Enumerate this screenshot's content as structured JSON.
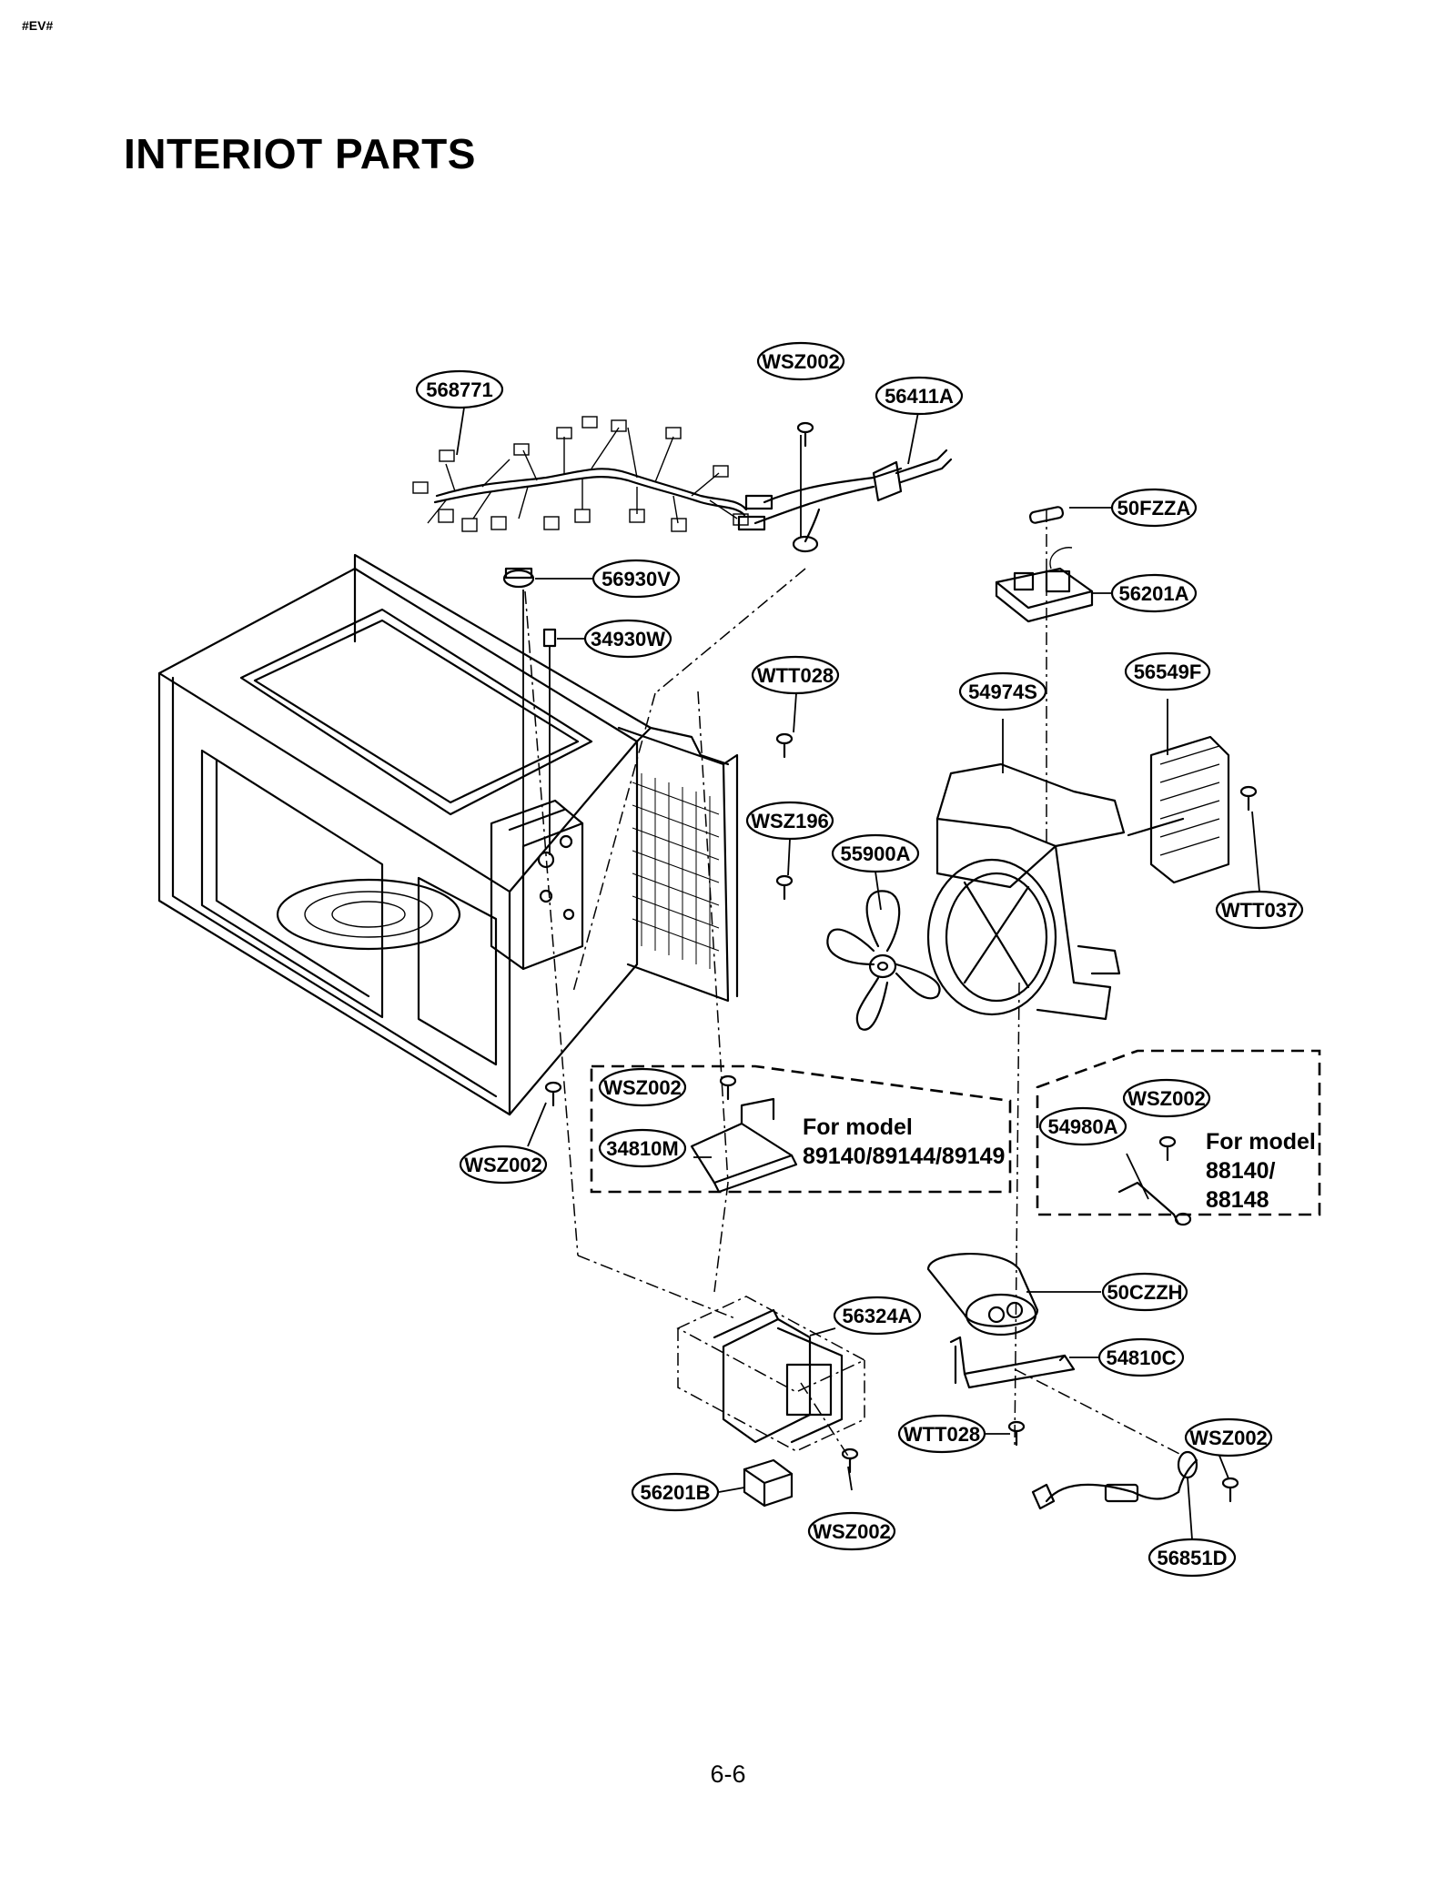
{
  "header": {
    "doc_tag": "#EV#",
    "title": "INTERIOT PARTS"
  },
  "footer": {
    "page_number": "6-6"
  },
  "parts": {
    "p568771": "568771",
    "wsz002_top": "WSZ002",
    "p56411A": "56411A",
    "p50FZZA": "50FZZA",
    "p56930V": "56930V",
    "p56201A": "56201A",
    "p34930W": "34930W",
    "wtt028_upper": "WTT028",
    "p54974S": "54974S",
    "p56549F": "56549F",
    "wsz196": "WSZ196",
    "p55900A": "55900A",
    "wtt037": "WTT037",
    "wsz002_box1": "WSZ002",
    "p34810M": "34810M",
    "wsz002_left": "WSZ002",
    "wsz002_box2": "WSZ002",
    "p54980A": "54980A",
    "p50CZZH": "50CZZH",
    "p56324A": "56324A",
    "p54810C": "54810C",
    "wtt028_lower": "WTT028",
    "wsz002_right": "WSZ002",
    "p56201B": "56201B",
    "wsz002_bottom": "WSZ002",
    "p56851D": "56851D"
  },
  "notes": {
    "model_box_left": {
      "line1": "For model",
      "line2": "89140/89144/89149"
    },
    "model_box_right": {
      "line1": "For model",
      "line2": "88140/",
      "line3": "88148"
    }
  }
}
